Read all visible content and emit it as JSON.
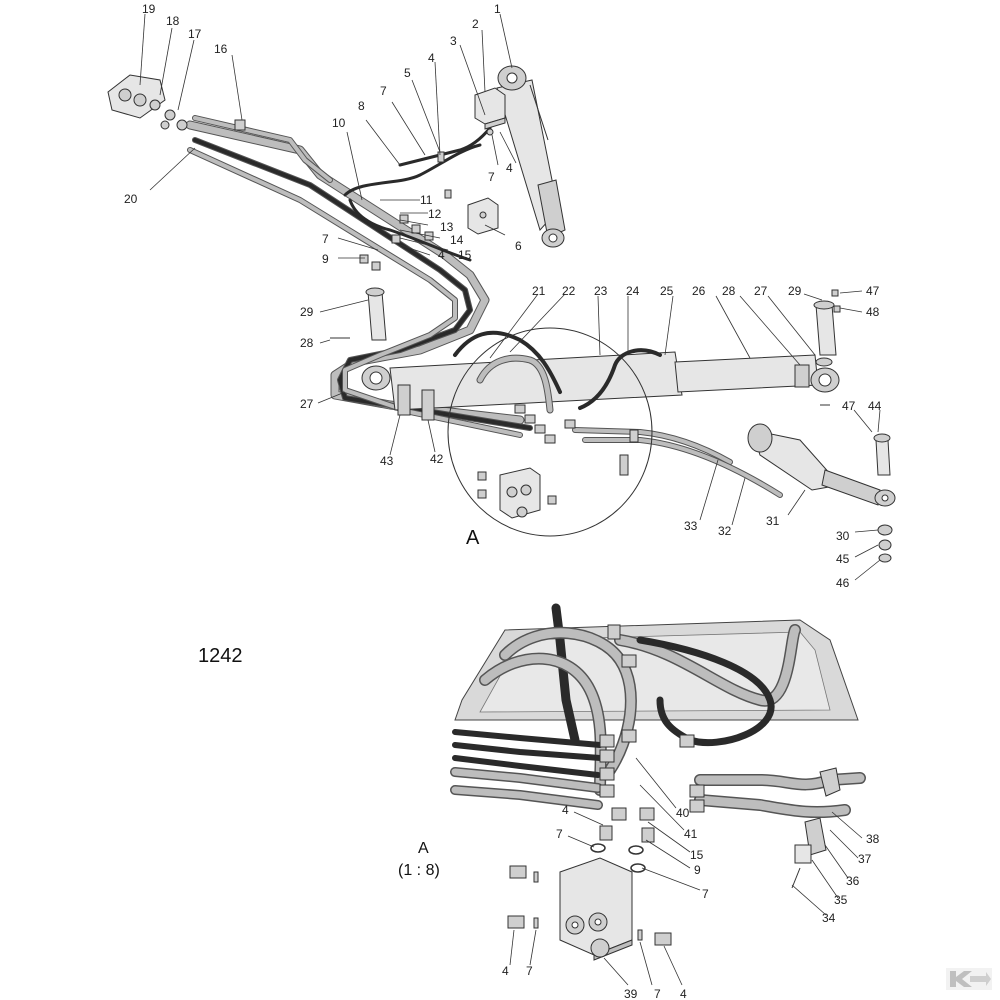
{
  "diagram": {
    "drawing_number": "1242",
    "detail_letter": "A",
    "detail_label": "A",
    "detail_scale": "(1 : 8)",
    "brand_logo": "k-arrow-logo",
    "callouts": {
      "c1": "1",
      "c2": "2",
      "c3": "3",
      "c4a": "4",
      "c4b": "4",
      "c4c": "4",
      "c5": "5",
      "c6": "6",
      "c7a": "7",
      "c7b": "7",
      "c7c": "7",
      "c8": "8",
      "c9": "9",
      "c10": "10",
      "c11": "11",
      "c12": "12",
      "c13": "13",
      "c14": "14",
      "c15": "15",
      "c16": "16",
      "c17": "17",
      "c18": "18",
      "c19": "19",
      "c20": "20",
      "c21": "21",
      "c22": "22",
      "c23": "23",
      "c24": "24",
      "c25": "25",
      "c26": "26",
      "c27a": "27",
      "c28a": "28",
      "c29a": "29",
      "c27b": "27",
      "c28b": "28",
      "c29b": "29",
      "c47a": "47",
      "c48": "48",
      "c47b": "47",
      "c44": "44",
      "c43": "43",
      "c42": "42",
      "c33": "33",
      "c32": "32",
      "c31": "31",
      "c30": "30",
      "c45": "45",
      "c46": "46",
      "d40": "40",
      "d41": "41",
      "d15": "15",
      "d9": "9",
      "d7a": "7",
      "d4a": "4",
      "d7b": "7",
      "d38": "38",
      "d37": "37",
      "d36": "36",
      "d35": "35",
      "d34": "34",
      "d4b": "4",
      "d7c": "7",
      "d39": "39",
      "d7d": "7",
      "d4c": "4"
    }
  }
}
